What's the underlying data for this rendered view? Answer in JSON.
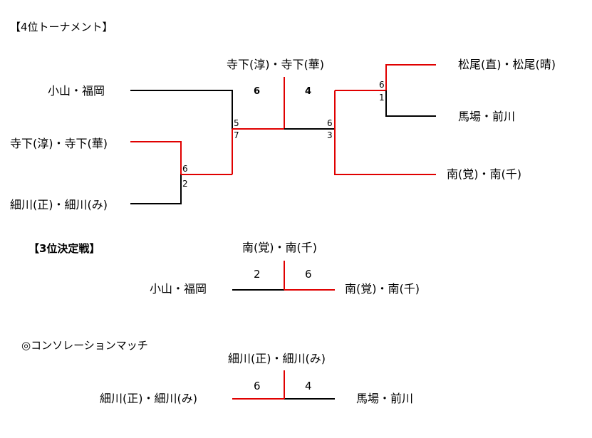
{
  "colors": {
    "winner_line": "#e00000",
    "loser_line": "#000000",
    "background": "#ffffff",
    "text": "#000000"
  },
  "tournament": {
    "heading": "【4位トーナメント】",
    "top_team": "寺下(淳)・寺下(華)",
    "final_left_score": "6",
    "final_right_score": "4",
    "left": {
      "team_a": "小山・福岡",
      "team_b": "寺下(淳)・寺下(華)",
      "team_c": "細川(正)・細川(み)",
      "bc_score_b": "6",
      "bc_score_c": "2",
      "semi_score_a": "5",
      "semi_score_winner": "7"
    },
    "right": {
      "team_d": "松尾(直)・松尾(晴)",
      "team_e": "馬場・前川",
      "team_f": "南(覚)・南(千)",
      "de_score_d": "6",
      "de_score_e": "1",
      "semi_score_winner": "6",
      "semi_score_f": "3"
    }
  },
  "third_place": {
    "heading": "【3位決定戦】",
    "winner": "南(覚)・南(千)",
    "left_team": "小山・福岡",
    "right_team": "南(覚)・南(千)",
    "left_score": "2",
    "right_score": "6"
  },
  "consolation": {
    "heading": "◎コンソレーションマッチ",
    "winner": "細川(正)・細川(み)",
    "left_team": "細川(正)・細川(み)",
    "right_team": "馬場・前川",
    "left_score": "6",
    "right_score": "4"
  }
}
